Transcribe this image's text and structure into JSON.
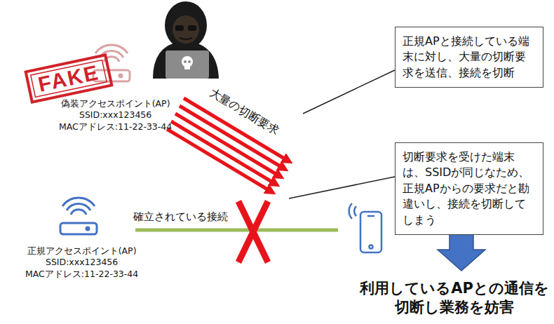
{
  "diagram": {
    "nodes": [
      {
        "text": [
          "偽装アクセスポイント(AP)",
          "SSID:xxx123456",
          "MACアドレス:11-22-33-44"
        ]
      },
      {
        "text": [
          "正規APと接続している端末に対し、大量の切断要求を送信、接続を切断"
        ]
      },
      {
        "text": [
          "切断要求を受けた端末は、SSIDが同じなため、正規APからの要求だと勘違いし、接続を切断してしまう"
        ]
      },
      {
        "text": [
          "正規アクセスポイント(AP)",
          "SSID:xxx123456",
          "MACアドレス:11-22-33-44"
        ]
      }
    ],
    "labels": [
      "FAKE",
      "大量の切断要求",
      "確立されている接続",
      "利用しているAPとの通信を 切断し業務を妨害"
    ]
  }
}
